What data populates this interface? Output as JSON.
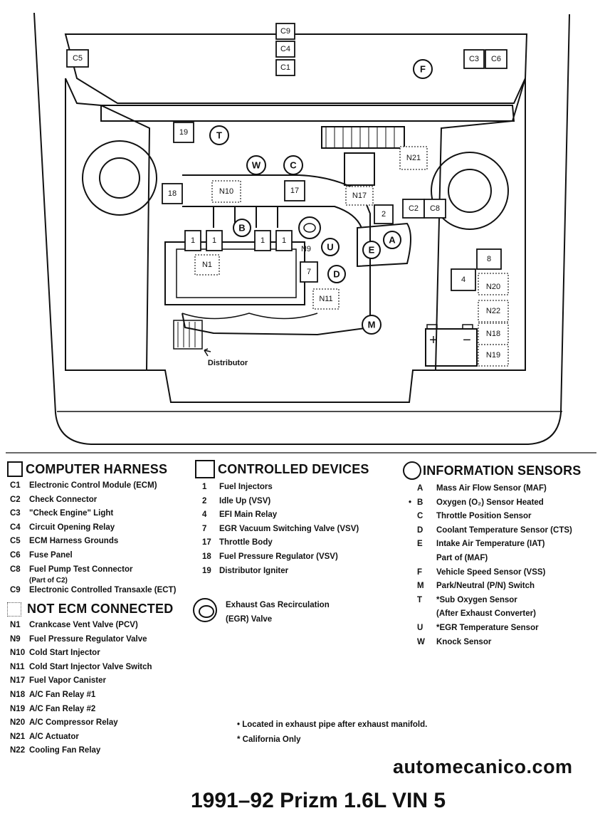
{
  "diagram": {
    "labels": {
      "C9": "C9",
      "C4": "C4",
      "C1": "C1",
      "C5": "C5",
      "C3": "C3",
      "C6": "C6",
      "F": "F",
      "box19": "19",
      "T": "T",
      "W": "W",
      "C": "C",
      "N21": "N21",
      "box18": "18",
      "N10": "N10",
      "box17": "17",
      "N17": "N17",
      "box2": "2",
      "C2": "C2",
      "C8": "C8",
      "B": "B",
      "box1a": "1",
      "box1b": "1",
      "box1c": "1",
      "box1d": "1",
      "N9": "N9",
      "U": "U",
      "A": "A",
      "E": "E",
      "N1": "N1",
      "box7": "7",
      "D": "D",
      "box8": "8",
      "box4": "4",
      "N20": "N20",
      "N22": "N22",
      "N11": "N11",
      "M": "M",
      "N18": "N18",
      "N19": "N19",
      "plus": "+",
      "minus": "−",
      "distributor": "Distributor"
    }
  },
  "legend": {
    "computer_harness": {
      "title": "COMPUTER HARNESS",
      "items": [
        {
          "code": "C1",
          "text": "Electronic Control Module (ECM)"
        },
        {
          "code": "C2",
          "text": "Check Connector"
        },
        {
          "code": "C3",
          "text": "\"Check Engine\" Light"
        },
        {
          "code": "C4",
          "text": "Circuit Opening Relay"
        },
        {
          "code": "C5",
          "text": "ECM Harness Grounds"
        },
        {
          "code": "C6",
          "text": "Fuse Panel"
        },
        {
          "code": "C8",
          "text": "Fuel Pump Test Connector"
        }
      ],
      "c8_sub": "(Part of C2)",
      "c9": {
        "code": "C9",
        "text": "Electronic Controlled Transaxle (ECT)"
      }
    },
    "controlled_devices": {
      "title": "CONTROLLED DEVICES",
      "items": [
        {
          "code": "1",
          "text": "Fuel Injectors"
        },
        {
          "code": "2",
          "text": "Idle Up (VSV)"
        },
        {
          "code": "4",
          "text": "EFI Main Relay"
        },
        {
          "code": "7",
          "text": "EGR Vacuum Switching Valve (VSV)"
        },
        {
          "code": "17",
          "text": "Throttle Body"
        },
        {
          "code": "18",
          "text": "Fuel Pressure Regulator (VSV)"
        },
        {
          "code": "19",
          "text": "Distributor Igniter"
        }
      ]
    },
    "information_sensors": {
      "title": "INFORMATION SENSORS",
      "items": [
        {
          "bullet": "",
          "code": "A",
          "text": "Mass Air Flow Sensor (MAF)"
        },
        {
          "bullet": "•",
          "code": "B",
          "text": "Oxygen (O₂) Sensor Heated"
        },
        {
          "bullet": "",
          "code": "C",
          "text": "Throttle Position Sensor"
        },
        {
          "bullet": "",
          "code": "D",
          "text": "Coolant Temperature Sensor (CTS)"
        },
        {
          "bullet": "",
          "code": "E",
          "text": "Intake Air Temperature (IAT)"
        },
        {
          "bullet": "",
          "code": "",
          "text": "Part of (MAF)"
        },
        {
          "bullet": "",
          "code": "F",
          "text": "Vehicle Speed Sensor (VSS)"
        },
        {
          "bullet": "",
          "code": "M",
          "text": "Park/Neutral (P/N) Switch"
        },
        {
          "bullet": "",
          "code": "T",
          "text": "*Sub Oxygen Sensor"
        },
        {
          "bullet": "",
          "code": "",
          "text": "(After Exhaust Converter)"
        },
        {
          "bullet": "",
          "code": "U",
          "text": "*EGR Temperature Sensor"
        },
        {
          "bullet": "",
          "code": "W",
          "text": "Knock Sensor"
        }
      ]
    },
    "not_ecm": {
      "title": "NOT ECM CONNECTED",
      "items": [
        {
          "code": "N1",
          "text": "Crankcase Vent Valve (PCV)"
        },
        {
          "code": "N9",
          "text": "Fuel Pressure Regulator Valve"
        },
        {
          "code": "N10",
          "text": "Cold Start Injector"
        },
        {
          "code": "N11",
          "text": "Cold Start Injector Valve Switch"
        },
        {
          "code": "N17",
          "text": "Fuel Vapor Canister"
        },
        {
          "code": "N18",
          "text": "A/C Fan Relay #1"
        },
        {
          "code": "N19",
          "text": "A/C Fan Relay #2"
        },
        {
          "code": "N20",
          "text": "A/C Compressor Relay"
        },
        {
          "code": "N21",
          "text": "A/C Actuator"
        },
        {
          "code": "N22",
          "text": "Cooling Fan Relay"
        }
      ]
    },
    "egr": {
      "line1": "Exhaust Gas Recirculation",
      "line2": "(EGR) Valve"
    },
    "notes": {
      "n1": "• Located in exhaust pipe after exhaust manifold.",
      "n2": "* California Only"
    }
  },
  "footer": {
    "site": "automecanico.com",
    "model": "1991–92 Prizm 1.6L VIN 5"
  }
}
